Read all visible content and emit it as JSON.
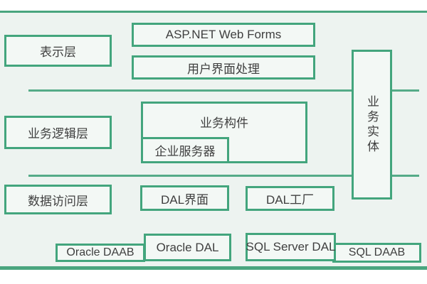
{
  "diagram": {
    "title": "layered-architecture-diagram",
    "colors": {
      "box_border_green": "#43a57d",
      "separator_green": "#55ab88",
      "background_mint": "#edf3f0",
      "box_fill": "#f3f8f5",
      "text_gray": "#3f3f3f",
      "page_white": "#ffffff"
    },
    "layers": {
      "presentation": {
        "label": "表示层"
      },
      "business_logic": {
        "label": "业务逻辑层"
      },
      "data_access": {
        "label": "数据访问层"
      }
    },
    "boxes": {
      "aspnet_web_forms": {
        "label": "ASP.NET Web Forms"
      },
      "ui_processing": {
        "label": "用户界面处理"
      },
      "business_components": {
        "label": "业务构件"
      },
      "enterprise_server": {
        "label": "企业服务器"
      },
      "business_entity": {
        "label": "业务实体"
      },
      "dal_interface": {
        "label": "DAL界面"
      },
      "dal_factory": {
        "label": "DAL工厂"
      },
      "oracle_daab": {
        "label": "Oracle DAAB"
      },
      "oracle_dal": {
        "label": "Oracle DAL"
      },
      "sql_server_dal": {
        "label": "SQL Server DAL"
      },
      "sql_daab": {
        "label": "SQL DAAB"
      }
    }
  }
}
